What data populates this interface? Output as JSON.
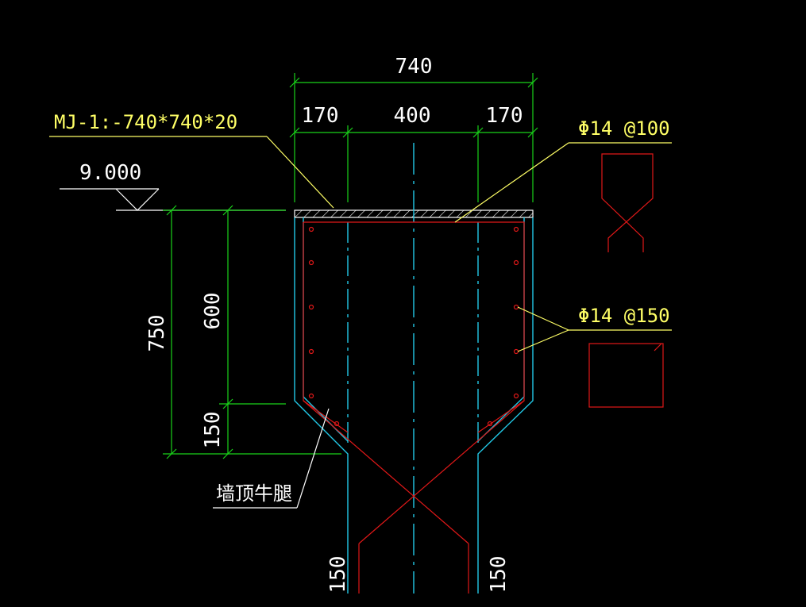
{
  "dimensions": {
    "overall_width": "740",
    "left_offset": "170",
    "middle": "400",
    "right_offset": "170",
    "total_height": "750",
    "upper_height": "600",
    "lower_height": "150",
    "wall_left": "150",
    "wall_right": "150"
  },
  "labels": {
    "embedded_plate": "MJ-1:-740*740*20",
    "elevation": "9.000",
    "stirrup_rebar": "Φ14 @100",
    "side_rebar": "Φ14 @150",
    "corbel_name": "墙顶牛腿"
  },
  "colors": {
    "background": "#000000",
    "dimension_lines": "#19d219",
    "annotation_text": "#ffff66",
    "rebar": "#e01818",
    "concrete_outline": "#22c8e6"
  }
}
